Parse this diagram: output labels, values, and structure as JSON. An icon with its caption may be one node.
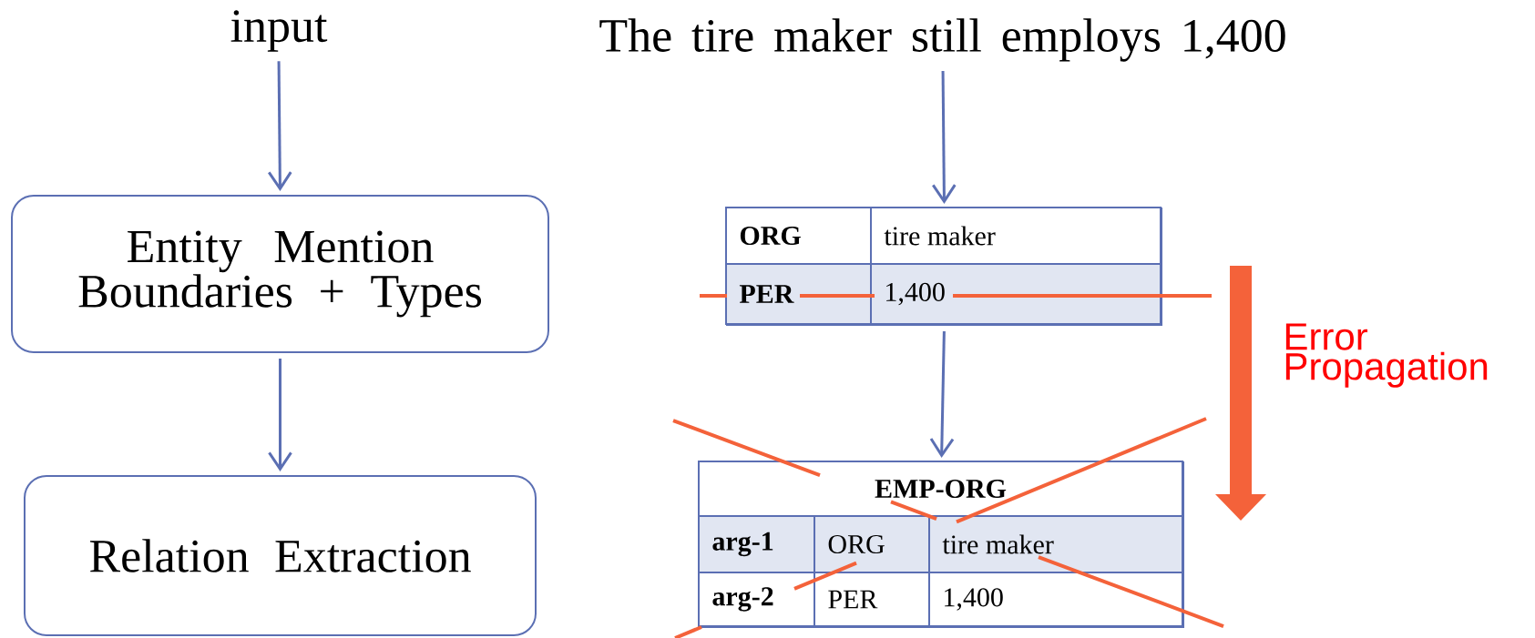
{
  "diagram": {
    "nodes": [
      {
        "text": [
          "input"
        ]
      },
      {
        "text": [
          "Entity Mention Boundaries + Types"
        ]
      },
      {
        "text": [
          "Relation Extraction"
        ]
      },
      {
        "text": [
          "The tire maker still employs 1,400"
        ]
      },
      {
        "text": [
          "ORG",
          "tire maker",
          "PER",
          "1,400"
        ]
      },
      {
        "text": [
          "EMP-ORG",
          "arg-1",
          "ORG",
          "tire maker",
          "arg-2",
          "PER",
          "1,400"
        ]
      }
    ],
    "edges": [
      {
        "from": 0,
        "to": 1,
        "arrow": "to"
      },
      {
        "from": 1,
        "to": 2,
        "arrow": "to"
      },
      {
        "from": 3,
        "to": 4,
        "arrow": "to"
      },
      {
        "from": 4,
        "to": 5,
        "arrow": "to"
      }
    ],
    "labels": [
      "Error Propagation"
    ]
  }
}
